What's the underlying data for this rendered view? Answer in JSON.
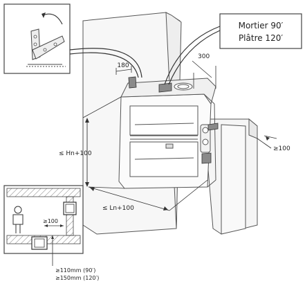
{
  "callout": {
    "line1": "Mortier 90′",
    "line2": "Plâtre 120′"
  },
  "dimensions": {
    "top_left": "180",
    "top_right": "300",
    "height": "≤ Hn+100",
    "length": "≤ Ln+100",
    "side_gap": "≥100",
    "inset_gap": "≥100",
    "min_90": "≥110mm (90′)",
    "min_120": "≥150mm (120′)"
  },
  "colors": {
    "line": "#444444",
    "wall_fill": "#f4f4f4",
    "accent_grey": "#8a8a8a"
  }
}
